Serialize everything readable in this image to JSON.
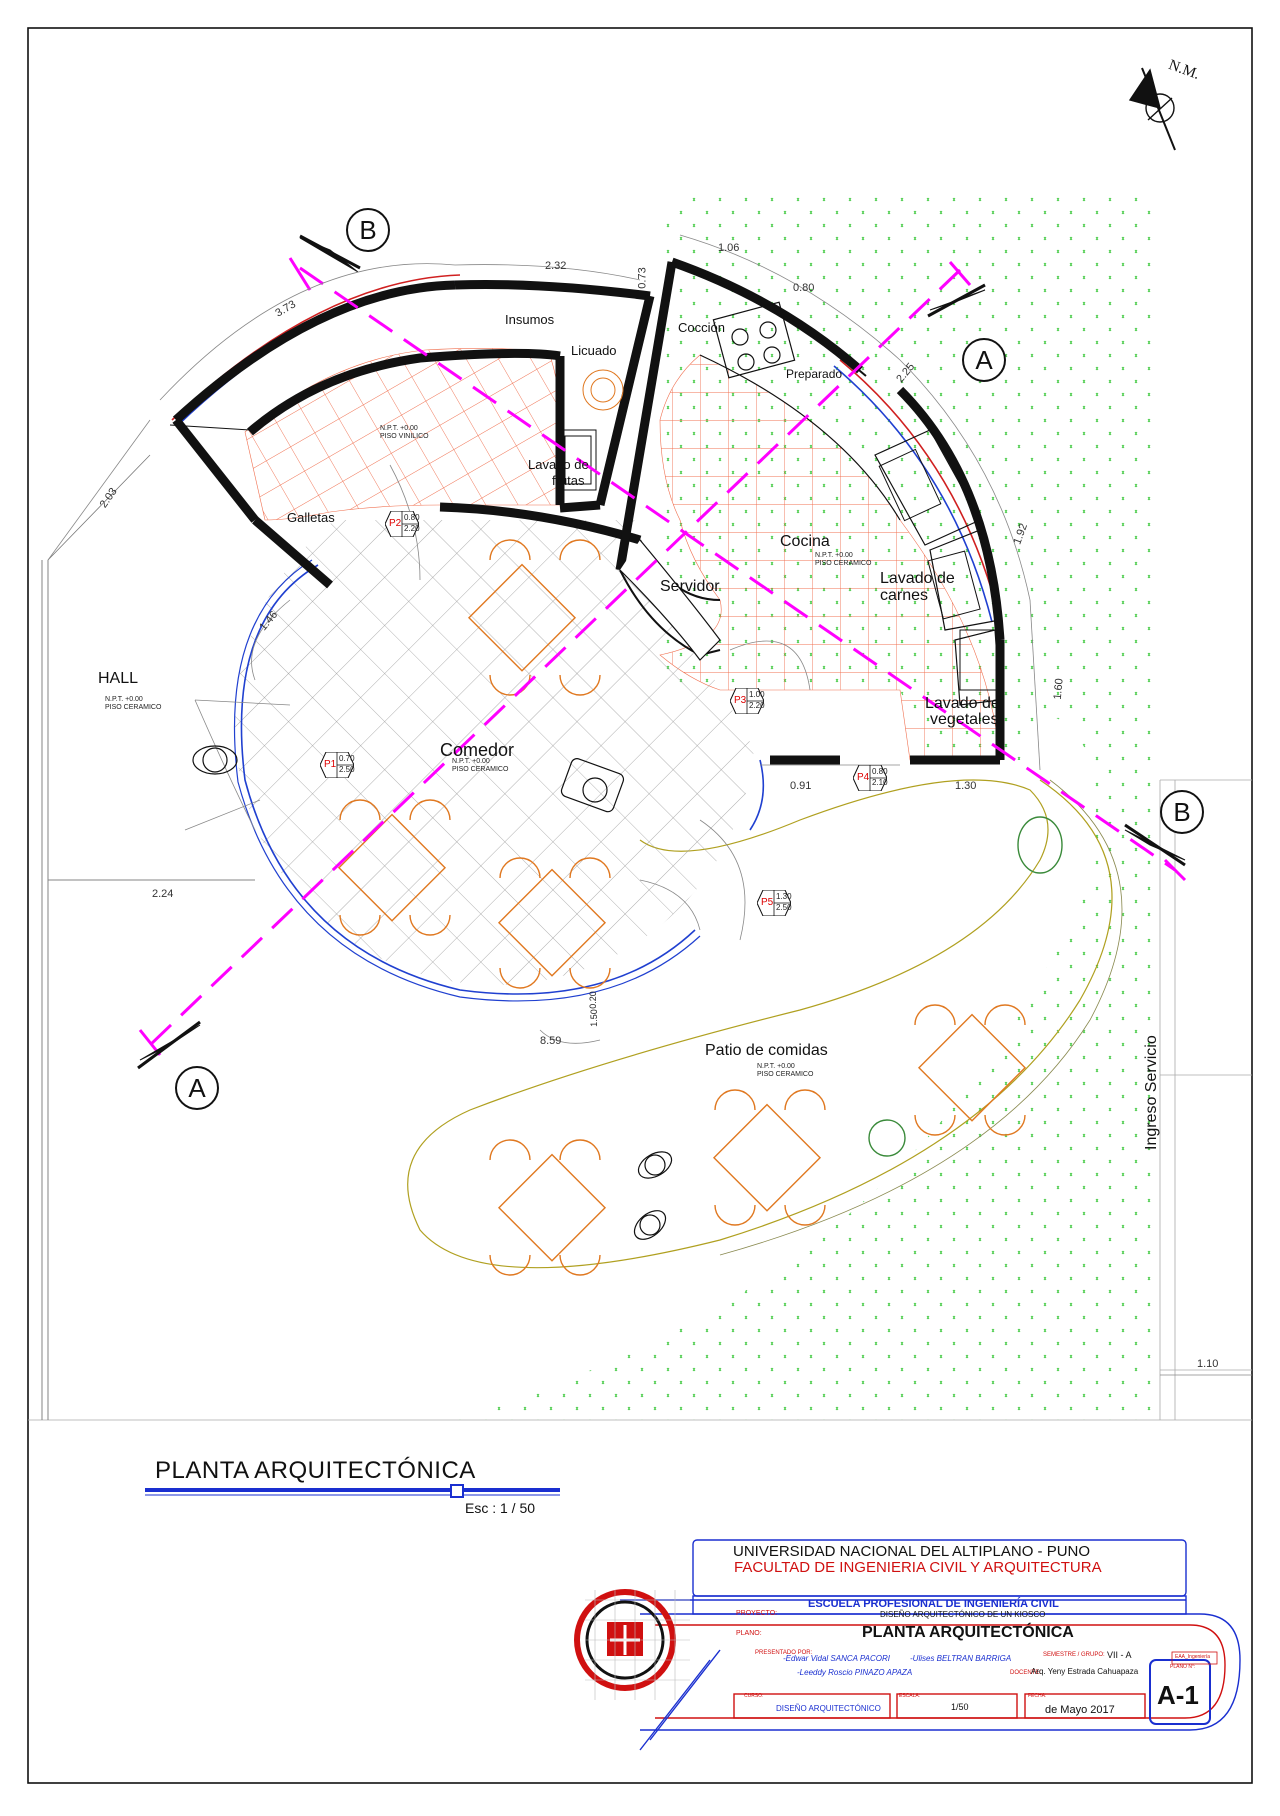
{
  "rooms": {
    "insumos": "Insumos",
    "licuado": "Licuado",
    "lavado_frutas_1": "Lavado de",
    "lavado_frutas_2": "frutas",
    "galletas": "Galletas",
    "coccion": "Cocción",
    "preparado": "Preparado",
    "cocina": "Cocina",
    "lavado_carnes_1": "Lavado de",
    "lavado_carnes_2": "carnes",
    "servidor": "Servidor",
    "lavado_vegetales_1": "Lavado de",
    "lavado_vegetales_2": "vegetales",
    "comedor": "Comedor",
    "hall": "HALL",
    "patio": "Patio de comidas",
    "ingreso": "Ingreso Servicio"
  },
  "levels": {
    "npt": "N.P.T. +0.00",
    "piso_ceramico": "PISO CERAMICO",
    "piso_vinilico": "PISO VINILICO"
  },
  "dimensions": {
    "d1": "2.32",
    "d2": "3.73",
    "d3": "0.73",
    "d4": "1.06",
    "d5": "0.80",
    "d6": "2.25",
    "d7": "1.92",
    "d8": "2.03",
    "d9": "1.46",
    "d10": "1.60",
    "d11": "0.91",
    "d12": "1.30",
    "d13": "2.24",
    "d14": "8.59",
    "d15": "1.10",
    "d16": "1.50",
    "d17": "0.20"
  },
  "doors": [
    {
      "id": "P1",
      "w": "0.70",
      "h": "2.50"
    },
    {
      "id": "P2",
      "w": "0.80",
      "h": "2.20"
    },
    {
      "id": "P3",
      "w": "1.00",
      "h": "2.20"
    },
    {
      "id": "P4",
      "w": "0.80",
      "h": "2.10"
    },
    {
      "id": "P5",
      "w": "1.30",
      "h": "2.50"
    }
  ],
  "sections": {
    "a": "A",
    "b": "B"
  },
  "north": "N.M.",
  "plan_title": "PLANTA ARQUITECTÓNICA",
  "scale": "Esc : 1 / 50",
  "title_block": {
    "university": "UNIVERSIDAD NACIONAL DEL ALTIPLANO - PUNO",
    "faculty": "FACULTAD DE INGENIERIA CIVIL Y ARQUITECTURA",
    "school": "ESCUELA PROFESIONAL DE INGENIERÍA CIVIL",
    "proyecto_label": "PROYECTO:",
    "proyecto": "DISEÑO ARQUITECTÓNICO DE UN KIOSCO",
    "plano_label": "PLANO:",
    "plano": "PLANTA ARQUITECTÓNICA",
    "presentado_label": "PRESENTADO POR:",
    "autor1": "-Edwar Vidal SANCA PACORI",
    "autor2": "-Ulises BELTRAN BARRIGA",
    "autor3": "-Leeddy Roscio PINAZO APAZA",
    "semestre_label": "SEMESTRE / GRUPO:",
    "semestre": "VII - A",
    "docente_label": "DOCENTE:",
    "docente": "Arq. Yeny Estrada Cahuapaza",
    "curso_label": "CURSO:",
    "curso": "DISEÑO ARQUITECTÓNICO",
    "escala_label": "ESCALA:",
    "escala": "1/50",
    "fecha_label": "FECHA:",
    "fecha": "de Mayo 2017",
    "lamina_label": "PLANO N°:",
    "lamina": "A-1",
    "ref": "EAA_Ingeniería"
  },
  "colors": {
    "tile_red": "#f07050",
    "tile_gray": "#9a9a9a",
    "furniture": "#e07820",
    "section_line": "#ff00ff",
    "grass_dot": "#3cc83c",
    "wall": "#111111",
    "glass": "#2040d0",
    "title_blue": "#1a2fd0",
    "title_red": "#d01010"
  }
}
